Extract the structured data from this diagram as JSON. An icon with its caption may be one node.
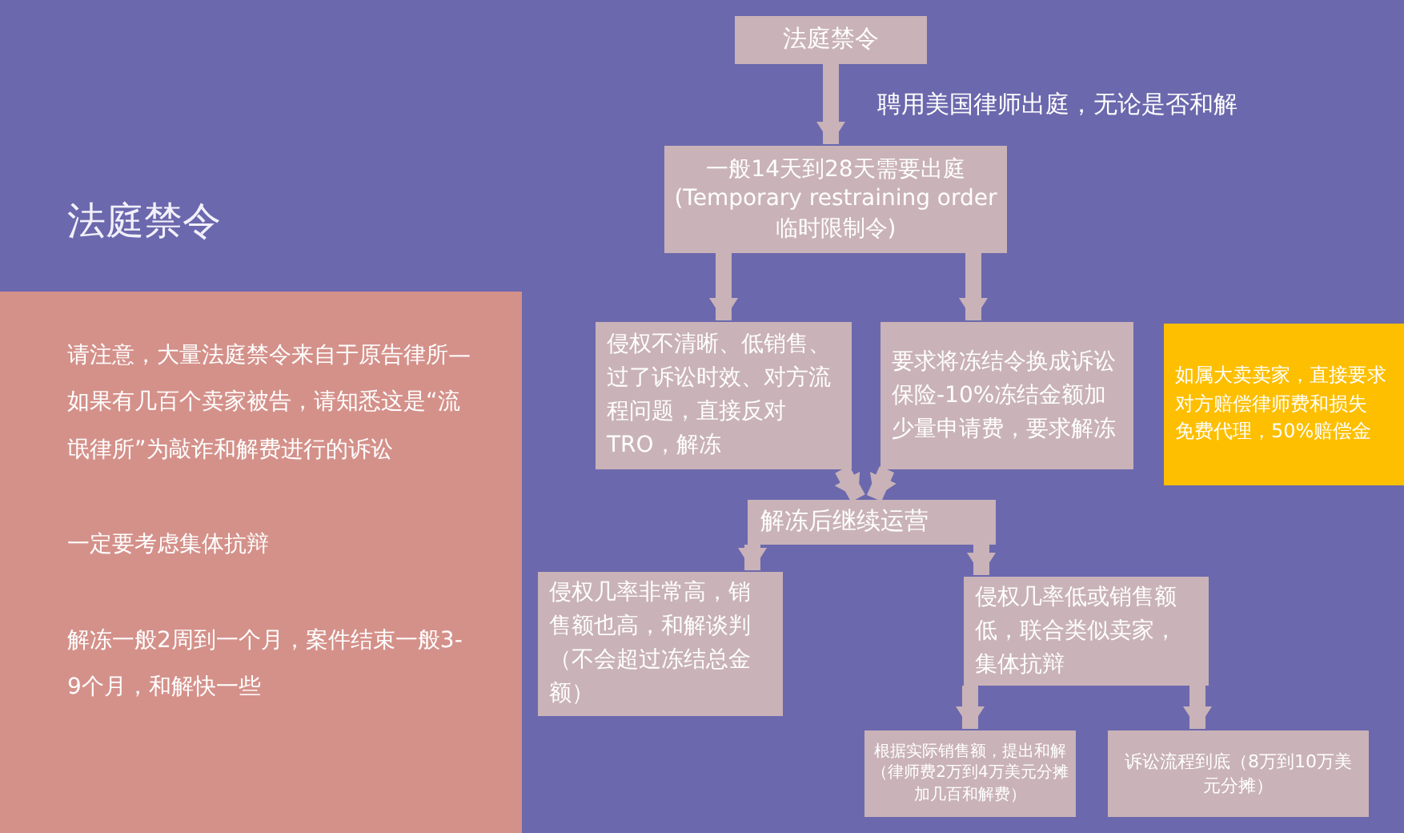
{
  "diagram": {
    "title": "法庭禁令",
    "nodes": [
      {
        "text": [
          "法庭禁令"
        ]
      },
      {
        "text": [
          "一般14天到28天需要出庭",
          "(Temporary restraining order 临时限制令)"
        ]
      },
      {
        "text": [
          "侵权不清晰、低销售、过了诉讼时效、对方流程问题，直接反对TRO，解冻"
        ]
      },
      {
        "text": [
          "要求将冻结令换成诉讼保险-10%冻结金额加少量申请费，要求解冻"
        ]
      },
      {
        "text": [
          "如属大卖卖家，直接要求对方赔偿律师费和损失",
          "免费代理，50%赔偿金"
        ]
      },
      {
        "text": [
          "解冻后继续运营"
        ]
      },
      {
        "text": [
          "侵权几率非常高，销售额也高，和解谈判（不会超过冻结总金额）"
        ]
      },
      {
        "text": [
          "侵权几率低或销售额低，联合类似卖家，集体抗辩"
        ]
      },
      {
        "text": [
          "根据实际销售额，提出和解（律师费2万到4万美元分摊加几百和解费）"
        ]
      },
      {
        "text": [
          "诉讼流程到底（8万到10万美元分摊）"
        ]
      },
      {
        "text": [
          "请注意，大量法庭禁令来自于原告律所—如果有几百个卖家被告，请知悉这是“流氓律所”为敲诈和解费进行的诉讼",
          "一定要考虑集体抗辩",
          "解冻一般2周到一个月，案件结束一般3-9个月，和解快一些"
        ]
      }
    ],
    "edges": [
      {
        "from": 0,
        "to": 1,
        "arrow": "to",
        "label": "聘用美国律师出庭，无论是否和解"
      },
      {
        "from": 1,
        "to": 2,
        "arrow": "to"
      },
      {
        "from": 1,
        "to": 3,
        "arrow": "to"
      },
      {
        "from": 2,
        "to": 5,
        "arrow": "to"
      },
      {
        "from": 3,
        "to": 5,
        "arrow": "to"
      },
      {
        "from": 5,
        "to": 6,
        "arrow": "to"
      },
      {
        "from": 5,
        "to": 7,
        "arrow": "to"
      },
      {
        "from": 7,
        "to": 8,
        "arrow": "to"
      },
      {
        "from": 7,
        "to": 9,
        "arrow": "to"
      }
    ]
  }
}
